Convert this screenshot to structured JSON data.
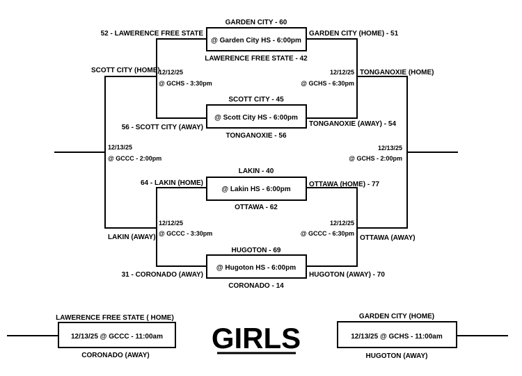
{
  "title": "GIRLS",
  "games": {
    "g1": {
      "winner_top": "GARDEN CITY - 60",
      "venue": "@ Garden City HS  -  6:00pm",
      "loser_bottom": "LAWERENCE FREE STATE - 42",
      "left_team": "52 - LAWERENCE FREE STATE",
      "right_team": "GARDEN CITY (HOME) - 51"
    },
    "g2": {
      "winner_top": "SCOTT CITY - 45",
      "venue": "@ Scott City HS  -  6:00pm",
      "loser_bottom": "TONGANOXIE - 56",
      "left_team": "56 - SCOTT CITY (AWAY)",
      "right_team": "TONGANOXIE (AWAY) - 54"
    },
    "g3": {
      "winner_top": "LAKIN - 40",
      "venue": "@ Lakin HS  -  6:00pm",
      "loser_bottom": "OTTAWA - 62",
      "left_team": "64 - LAKIN (HOME)",
      "right_team": "OTTAWA (HOME) - 77"
    },
    "g4": {
      "winner_top": "HUGOTON - 69",
      "venue": "@ Hugoton HS  -  6:00pm",
      "loser_bottom": "CORONADO - 14",
      "left_team": "31 - CORONADO (AWAY)",
      "right_team": "HUGOTON (AWAY) - 70"
    }
  },
  "round2": {
    "left_top": {
      "team": "SCOTT CITY (HOME)",
      "date": "12/12/25",
      "venue": "@ GCHS  -  3:30pm"
    },
    "right_top": {
      "team": "TONGANOXIE (HOME)",
      "date": "12/12/25",
      "venue": "@ GCHS  -  6:30pm"
    },
    "left_bottom": {
      "team": "LAKIN (AWAY)",
      "date": "12/12/25",
      "venue": "@ GCCC  -  3:30pm"
    },
    "right_bottom": {
      "team": "OTTAWA  (AWAY)",
      "date": "12/12/25",
      "venue": "@ GCCC  -  6:30pm"
    }
  },
  "finals": {
    "left": {
      "date": "12/13/25",
      "venue": "@ GCCC  -  2:00pm"
    },
    "right": {
      "date": "12/13/25",
      "venue": "@ GCHS  -  2:00pm"
    }
  },
  "consolation": {
    "left": {
      "home": "LAWERENCE FREE STATE ( HOME)",
      "venue": "12/13/25 @ GCCC -  11:00am",
      "away": "CORONADO (AWAY)"
    },
    "right": {
      "home": "GARDEN CITY (HOME)",
      "venue": "12/13/25 @ GCHS  -  11:00am",
      "away": "HUGOTON (AWAY)"
    }
  }
}
